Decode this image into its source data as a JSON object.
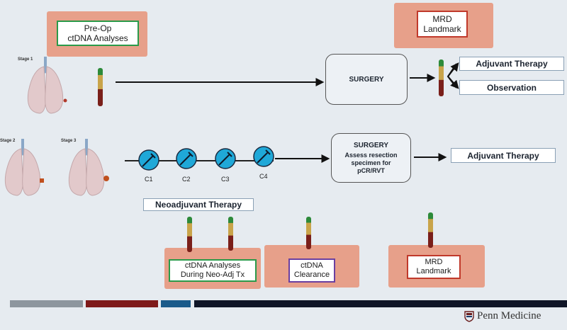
{
  "boxes": {
    "preop": "Pre-Op\nctDNA Analyses",
    "mrd_top": "MRD\nLandmark",
    "ctdna_during": "ctDNA Analyses\nDuring Neo-Adj Tx",
    "ctdna_clearance": "ctDNA\nClearance",
    "mrd_bottom": "MRD\nLandmark"
  },
  "stages": {
    "stage1": "Stage 1",
    "stage2": "Stage 2",
    "stage3": "Stage 3"
  },
  "surgery_top": "SURGERY",
  "surgery_bottom": {
    "title": "SURGERY",
    "line1": "Assess resection",
    "line2": "specimen for",
    "line3": "pCR/RVT"
  },
  "outcomes_top": [
    "Adjuvant Therapy",
    "Observation"
  ],
  "outcome_bottom": "Adjuvant Therapy",
  "cycles": [
    "C1",
    "C2",
    "C3",
    "C4"
  ],
  "neoadjuvant_label": "Neoadjuvant Therapy",
  "brand": "Penn Medicine",
  "colors": {
    "green_border": "#2a9a4a",
    "red_border": "#c0392b",
    "purple_border": "#6a3fa0",
    "salmon": "#e7a08a",
    "syringe": "#1fa8d8"
  },
  "footer_colors": [
    "#8d969e",
    "#7e1a1a",
    "#1a5a8a",
    "#101628"
  ]
}
